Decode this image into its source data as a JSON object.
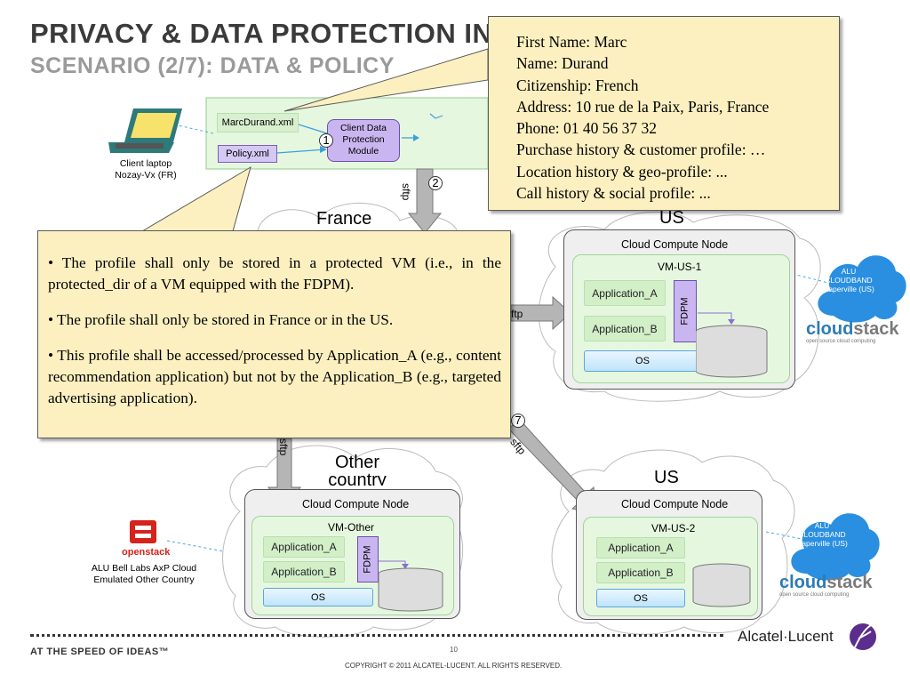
{
  "header": {
    "title": "PRIVACY & DATA PROTECTION IN",
    "subtitle": "SCENARIO (2/7): DATA & POLICY"
  },
  "client": {
    "laptop_label_line1": "Client laptop",
    "laptop_label_line2": "Nozay-Vx (FR)",
    "file_xml": "MarcDurand.xml",
    "file_policy": "Policy.xml",
    "module_line1": "Client Data",
    "module_line2": "Protection",
    "module_line3": "Module"
  },
  "profile_callout": {
    "lines": [
      "First Name: Marc",
      "Name: Durand",
      "Citizenship: French",
      "Address: 10 rue de la Paix, Paris, France",
      "Phone:  01 40 56 37 32",
      "Purchase history & customer profile: …",
      "Location history & geo-profile: ...",
      "Call history & social profile: ..."
    ]
  },
  "policy_callout": {
    "rules": [
      "•  The profile shall only be stored in a protected VM (i.e., in the protected_dir of a VM equipped with the FDPM).",
      "•  The profile shall only be stored in France or in the US.",
      "• This profile shall be accessed/processed by Application_A (e.g., content recommendation application) but not by the Application_B (e.g., targeted advertising application)."
    ]
  },
  "steps": {
    "one": "1",
    "two": "2",
    "seven": "7"
  },
  "transfer": {
    "sftp": "sftp",
    "sftp_partial": "ftp"
  },
  "regions": {
    "france": "France",
    "us_top": "US",
    "other_line1": "Other",
    "other_line2": "country",
    "us_bottom": "US"
  },
  "node_us1": {
    "title": "Cloud Compute Node",
    "vm": "VM-US-1",
    "app_a": "Application_A",
    "app_b": "Application_B",
    "fdpm": "FDPM",
    "os": "OS"
  },
  "node_other": {
    "title": "Cloud Compute Node",
    "vm": "VM-Other",
    "app_a": "Application_A",
    "app_b": "Application_B",
    "fdpm": "FDPM",
    "os": "OS"
  },
  "node_us2": {
    "title": "Cloud Compute Node",
    "vm": "VM-US-2",
    "app_a": "Application_A",
    "app_b": "Application_B",
    "os": "OS"
  },
  "cloudband_top": {
    "line1": "ALU",
    "line2": "CLOUDBAND",
    "line3": "Naperville (US)"
  },
  "cloudband_bottom": {
    "line1": "ALU",
    "line2": "CLOUDBAND",
    "line3": "Naperville (US)"
  },
  "cloudstack": {
    "logo_a": "cloud",
    "logo_b": "stack",
    "tagline": "open source cloud computing"
  },
  "openstack": {
    "logo": "openstack",
    "label_line1": "ALU Bell Labs AxP Cloud",
    "label_line2": "Emulated Other Country"
  },
  "footer": {
    "tagline": "AT THE SPEED OF IDEAS™",
    "page_number": "10",
    "copyright": "COPYRIGHT © 2011 ALCATEL-LUCENT.  ALL RIGHTS RESERVED.",
    "brand": "Alcatel·Lucent"
  },
  "colors": {
    "callout_fill": "#fdf0c0",
    "green_panel": "#e6f7df",
    "fdpm": "#c9b6f0",
    "cloudband_blue": "#2a8fe0",
    "cloudstack_blue": "#2c7bb6",
    "openstack_red": "#d4241c",
    "brand_purple": "#5b2d8e"
  }
}
